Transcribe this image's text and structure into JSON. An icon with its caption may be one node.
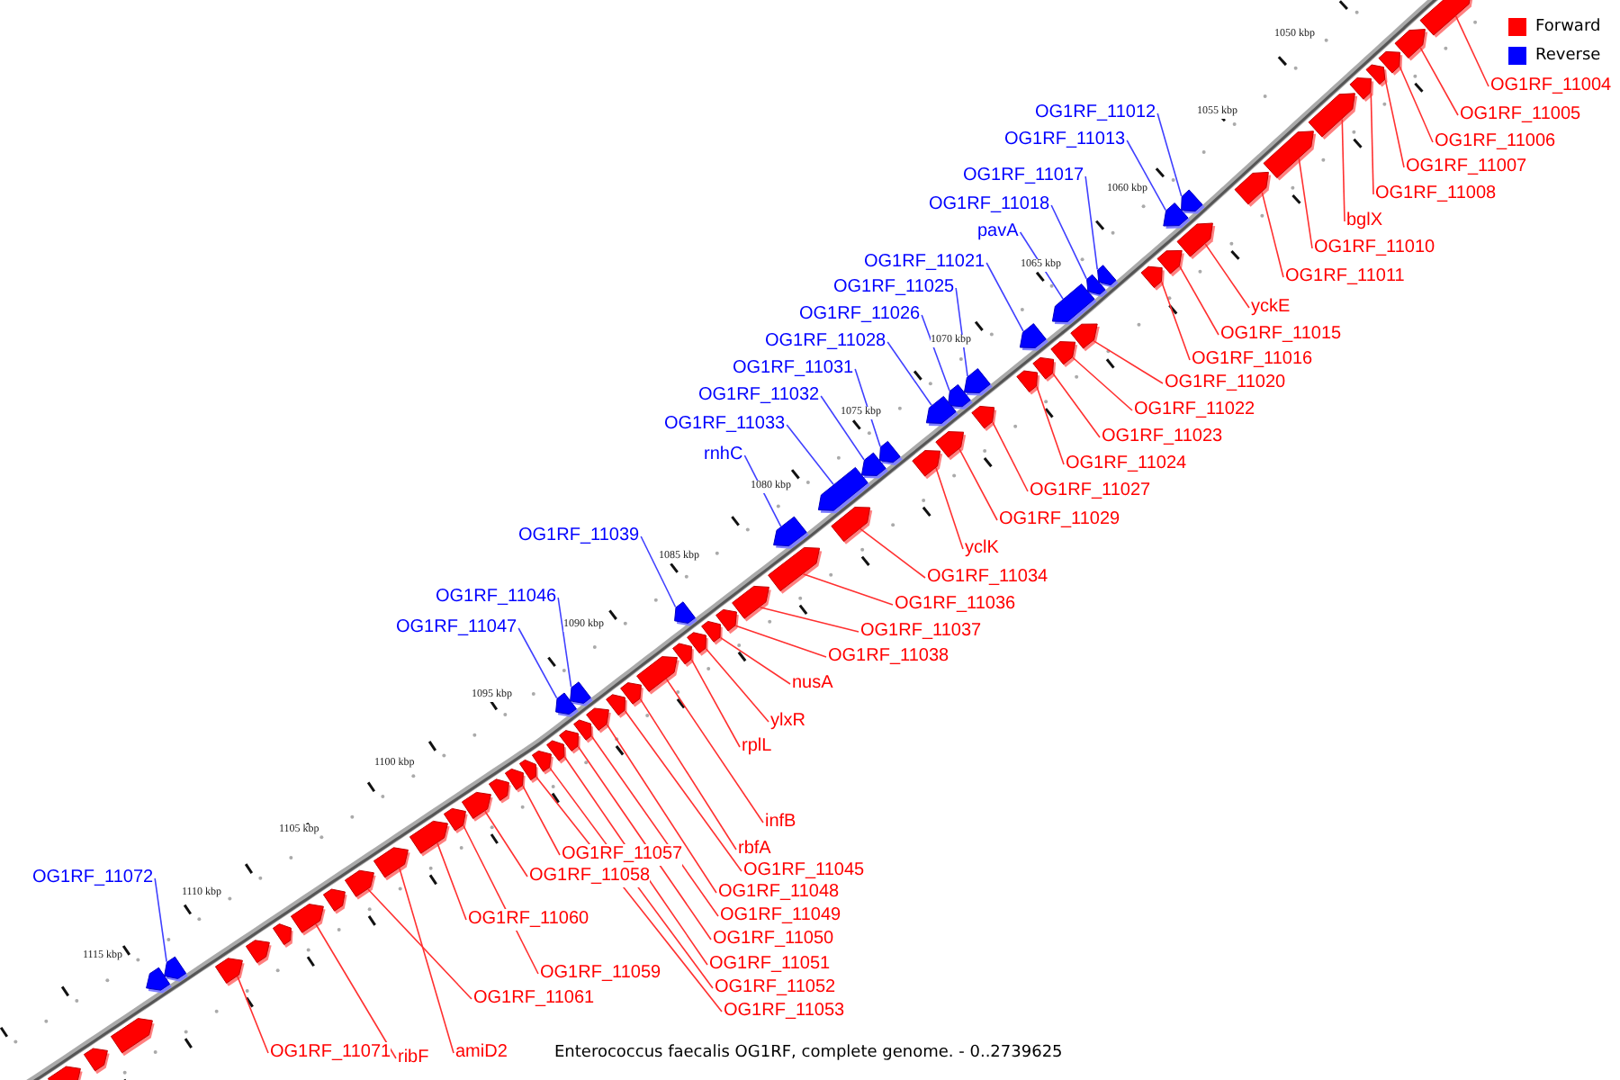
{
  "diagram": {
    "caption": "Enterococcus faecalis OG1RF, complete genome. - 0..2739625",
    "nodes": [
      {
        "text": [
          "OG1RF_11012"
        ]
      },
      {
        "text": [
          "OG1RF_11013"
        ]
      },
      {
        "text": [
          "OG1RF_11017"
        ]
      },
      {
        "text": [
          "OG1RF_11018"
        ]
      },
      {
        "text": [
          "pavA"
        ]
      },
      {
        "text": [
          "OG1RF_11021"
        ]
      },
      {
        "text": [
          "OG1RF_11025"
        ]
      },
      {
        "text": [
          "OG1RF_11026"
        ]
      },
      {
        "text": [
          "OG1RF_11028"
        ]
      },
      {
        "text": [
          "OG1RF_11031"
        ]
      },
      {
        "text": [
          "OG1RF_11032"
        ]
      },
      {
        "text": [
          "OG1RF_11033"
        ]
      },
      {
        "text": [
          "rnhC"
        ]
      },
      {
        "text": [
          "OG1RF_11039"
        ]
      },
      {
        "text": [
          "OG1RF_11046"
        ]
      },
      {
        "text": [
          "OG1RF_11047"
        ]
      },
      {
        "text": [
          "OG1RF_11072"
        ]
      },
      {
        "text": [
          "OG1RF_11004"
        ]
      },
      {
        "text": [
          "OG1RF_11005"
        ]
      },
      {
        "text": [
          "OG1RF_11006"
        ]
      },
      {
        "text": [
          "OG1RF_11007"
        ]
      },
      {
        "text": [
          "OG1RF_11008"
        ]
      },
      {
        "text": [
          "bglX"
        ]
      },
      {
        "text": [
          "OG1RF_11010"
        ]
      },
      {
        "text": [
          "OG1RF_11011"
        ]
      },
      {
        "text": [
          "yckE"
        ]
      },
      {
        "text": [
          "OG1RF_11015"
        ]
      },
      {
        "text": [
          "OG1RF_11016"
        ]
      },
      {
        "text": [
          "OG1RF_11020"
        ]
      },
      {
        "text": [
          "OG1RF_11022"
        ]
      },
      {
        "text": [
          "OG1RF_11023"
        ]
      },
      {
        "text": [
          "OG1RF_11024"
        ]
      },
      {
        "text": [
          "OG1RF_11027"
        ]
      },
      {
        "text": [
          "OG1RF_11029"
        ]
      },
      {
        "text": [
          "yclK"
        ]
      },
      {
        "text": [
          "OG1RF_11034"
        ]
      },
      {
        "text": [
          "OG1RF_11036"
        ]
      },
      {
        "text": [
          "OG1RF_11037"
        ]
      },
      {
        "text": [
          "OG1RF_11038"
        ]
      },
      {
        "text": [
          "nusA"
        ]
      },
      {
        "text": [
          "ylxR"
        ]
      },
      {
        "text": [
          "rplL"
        ]
      },
      {
        "text": [
          "infB"
        ]
      },
      {
        "text": [
          "rbfA"
        ]
      },
      {
        "text": [
          "OG1RF_11045"
        ]
      },
      {
        "text": [
          "OG1RF_11048"
        ]
      },
      {
        "text": [
          "OG1RF_11049"
        ]
      },
      {
        "text": [
          "OG1RF_11050"
        ]
      },
      {
        "text": [
          "OG1RF_11051"
        ]
      },
      {
        "text": [
          "OG1RF_11052"
        ]
      },
      {
        "text": [
          "OG1RF_11053"
        ]
      },
      {
        "text": [
          "OG1RF_11057"
        ]
      },
      {
        "text": [
          "OG1RF_11058"
        ]
      },
      {
        "text": [
          "OG1RF_11059"
        ]
      },
      {
        "text": [
          "OG1RF_11060"
        ]
      },
      {
        "text": [
          "OG1RF_11061"
        ]
      },
      {
        "text": [
          "OG1RF_11071"
        ]
      },
      {
        "text": [
          "ribF"
        ]
      },
      {
        "text": [
          "amiD2"
        ]
      },
      {
        "text": [],
        "shape": "box"
      },
      {
        "text": [],
        "shape": "box"
      },
      {
        "text": [],
        "shape": "box"
      },
      {
        "text": [],
        "shape": "box"
      },
      {
        "text": [],
        "shape": "box"
      },
      {
        "text": [],
        "shape": "box"
      },
      {
        "text": [],
        "shape": "box"
      },
      {
        "text": [],
        "shape": "box"
      },
      {
        "text": [],
        "shape": "box"
      },
      {
        "text": [],
        "shape": "box"
      },
      {
        "text": [],
        "shape": "box"
      },
      {
        "text": [],
        "shape": "box"
      },
      {
        "text": [],
        "shape": "box"
      },
      {
        "text": [],
        "shape": "box"
      },
      {
        "text": [],
        "shape": "box"
      },
      {
        "text": [],
        "shape": "box"
      },
      {
        "text": [],
        "shape": "box"
      },
      {
        "text": [],
        "shape": "box"
      },
      {
        "text": [],
        "shape": "box"
      },
      {
        "text": [],
        "shape": "box"
      },
      {
        "text": [],
        "shape": "box"
      },
      {
        "text": [],
        "shape": "box"
      },
      {
        "text": [],
        "shape": "box"
      },
      {
        "text": [],
        "shape": "box"
      },
      {
        "text": [],
        "shape": "box"
      },
      {
        "text": [],
        "shape": "box"
      },
      {
        "text": [],
        "shape": "box"
      },
      {
        "text": [],
        "shape": "box"
      },
      {
        "text": [],
        "shape": "box"
      },
      {
        "text": [],
        "shape": "box"
      },
      {
        "text": [],
        "shape": "box"
      },
      {
        "text": [],
        "shape": "box"
      },
      {
        "text": [],
        "shape": "box"
      },
      {
        "text": [],
        "shape": "box"
      },
      {
        "text": [],
        "shape": "box"
      },
      {
        "text": [],
        "shape": "box"
      },
      {
        "text": [],
        "shape": "box"
      },
      {
        "text": [],
        "shape": "box"
      },
      {
        "text": [],
        "shape": "box"
      },
      {
        "text": [],
        "shape": "box"
      },
      {
        "text": [],
        "shape": "box"
      },
      {
        "text": [],
        "shape": "box"
      },
      {
        "text": [],
        "shape": "box"
      },
      {
        "text": [],
        "shape": "box"
      },
      {
        "text": [],
        "shape": "box"
      },
      {
        "text": [],
        "shape": "box"
      },
      {
        "text": [],
        "shape": "box"
      },
      {
        "text": [],
        "shape": "box"
      },
      {
        "text": [],
        "shape": "box"
      },
      {
        "text": [],
        "shape": "box"
      },
      {
        "text": [],
        "shape": "box"
      },
      {
        "text": [],
        "shape": "box"
      },
      {
        "text": [],
        "shape": "box"
      },
      {
        "text": [],
        "shape": "box"
      },
      {
        "text": [],
        "shape": "box"
      },
      {
        "text": [],
        "shape": "box"
      },
      {
        "text": [],
        "shape": "box"
      },
      {
        "text": [],
        "shape": "box"
      },
      {
        "text": [],
        "shape": "box"
      },
      {
        "text": [],
        "shape": "box"
      },
      {
        "text": [],
        "shape": "box"
      },
      {
        "text": [],
        "shape": "box"
      },
      {
        "text": [],
        "shape": "box"
      },
      {
        "text": [],
        "shape": "box"
      },
      {
        "text": [],
        "shape": "box"
      },
      {
        "text": [],
        "shape": "box"
      },
      {
        "text": [],
        "shape": "box"
      }
    ],
    "edges": [
      {
        "from": 0,
        "to": 59,
        "arrow": "none",
        "color": "#4040ff"
      },
      {
        "from": 1,
        "to": 60,
        "arrow": "none",
        "color": "#4040ff"
      },
      {
        "from": 2,
        "to": 61,
        "arrow": "none",
        "color": "#4040ff"
      },
      {
        "from": 3,
        "to": 62,
        "arrow": "none",
        "color": "#4040ff"
      },
      {
        "from": 4,
        "to": 63,
        "arrow": "none",
        "color": "#4040ff"
      },
      {
        "from": 5,
        "to": 64,
        "arrow": "none",
        "color": "#4040ff"
      },
      {
        "from": 6,
        "to": 65,
        "arrow": "none",
        "color": "#4040ff"
      },
      {
        "from": 7,
        "to": 66,
        "arrow": "none",
        "color": "#4040ff"
      },
      {
        "from": 8,
        "to": 67,
        "arrow": "none",
        "color": "#4040ff"
      },
      {
        "from": 9,
        "to": 68,
        "arrow": "none",
        "color": "#4040ff"
      },
      {
        "from": 10,
        "to": 69,
        "arrow": "none",
        "color": "#4040ff"
      },
      {
        "from": 11,
        "to": 70,
        "arrow": "none",
        "color": "#4040ff"
      },
      {
        "from": 12,
        "to": 71,
        "arrow": "none",
        "color": "#4040ff"
      },
      {
        "from": 13,
        "to": 72,
        "arrow": "none",
        "color": "#4040ff"
      },
      {
        "from": 14,
        "to": 73,
        "arrow": "none",
        "color": "#4040ff"
      },
      {
        "from": 15,
        "to": 74,
        "arrow": "none",
        "color": "#4040ff"
      },
      {
        "from": 16,
        "to": 75,
        "arrow": "none",
        "color": "#4040ff"
      },
      {
        "from": 17,
        "to": 76,
        "arrow": "none"
      },
      {
        "from": 18,
        "to": 77,
        "arrow": "none"
      },
      {
        "from": 19,
        "to": 78,
        "arrow": "none"
      },
      {
        "from": 20,
        "to": 79,
        "arrow": "none"
      },
      {
        "from": 21,
        "to": 80,
        "arrow": "none"
      },
      {
        "from": 22,
        "to": 81,
        "arrow": "none"
      },
      {
        "from": 23,
        "to": 82,
        "arrow": "none"
      },
      {
        "from": 24,
        "to": 83,
        "arrow": "none"
      },
      {
        "from": 25,
        "to": 84,
        "arrow": "none"
      },
      {
        "from": 26,
        "to": 85,
        "arrow": "none"
      },
      {
        "from": 27,
        "to": 86,
        "arrow": "none"
      },
      {
        "from": 28,
        "to": 87,
        "arrow": "none"
      },
      {
        "from": 29,
        "to": 88,
        "arrow": "none"
      },
      {
        "from": 30,
        "to": 89,
        "arrow": "none"
      },
      {
        "from": 31,
        "to": 90,
        "arrow": "none"
      },
      {
        "from": 32,
        "to": 91,
        "arrow": "none"
      },
      {
        "from": 33,
        "to": 92,
        "arrow": "none"
      },
      {
        "from": 34,
        "to": 93,
        "arrow": "none"
      },
      {
        "from": 35,
        "to": 94,
        "arrow": "none"
      },
      {
        "from": 36,
        "to": 95,
        "arrow": "none"
      },
      {
        "from": 37,
        "to": 96,
        "arrow": "none"
      },
      {
        "from": 38,
        "to": 97,
        "arrow": "none"
      },
      {
        "from": 39,
        "to": 98,
        "arrow": "none"
      },
      {
        "from": 40,
        "to": 99,
        "arrow": "none"
      },
      {
        "from": 41,
        "to": 100,
        "arrow": "none"
      },
      {
        "from": 42,
        "to": 101,
        "arrow": "none"
      },
      {
        "from": 43,
        "to": 102,
        "arrow": "none"
      },
      {
        "from": 44,
        "to": 103,
        "arrow": "none"
      },
      {
        "from": 45,
        "to": 104,
        "arrow": "none"
      },
      {
        "from": 46,
        "to": 105,
        "arrow": "none"
      },
      {
        "from": 47,
        "to": 106,
        "arrow": "none"
      },
      {
        "from": 48,
        "to": 107,
        "arrow": "none"
      },
      {
        "from": 49,
        "to": 108,
        "arrow": "none"
      },
      {
        "from": 50,
        "to": 109,
        "arrow": "none"
      },
      {
        "from": 51,
        "to": 110,
        "arrow": "none"
      },
      {
        "from": 52,
        "to": 111,
        "arrow": "none"
      },
      {
        "from": 53,
        "to": 112,
        "arrow": "none"
      },
      {
        "from": 54,
        "to": 113,
        "arrow": "none"
      },
      {
        "from": 55,
        "to": 114,
        "arrow": "none"
      },
      {
        "from": 56,
        "to": 115,
        "arrow": "none"
      },
      {
        "from": 57,
        "to": 116,
        "arrow": "none"
      },
      {
        "from": 58,
        "to": 117,
        "arrow": "none"
      }
    ],
    "labels": [
      "1050 kbp",
      "1055 kbp",
      "1060 kbp",
      "1065 kbp",
      "1070 kbp",
      "1075 kbp",
      "1080 kbp",
      "1085 kbp",
      "1090 kbp",
      "1095 kbp",
      "1100 kbp",
      "1105 kbp",
      "1110 kbp",
      "1115 kbp"
    ],
    "legend": [
      {
        "text": "Forward",
        "color": "#ff0000"
      },
      {
        "text": "Reverse",
        "color": "#0000ff"
      }
    ]
  }
}
